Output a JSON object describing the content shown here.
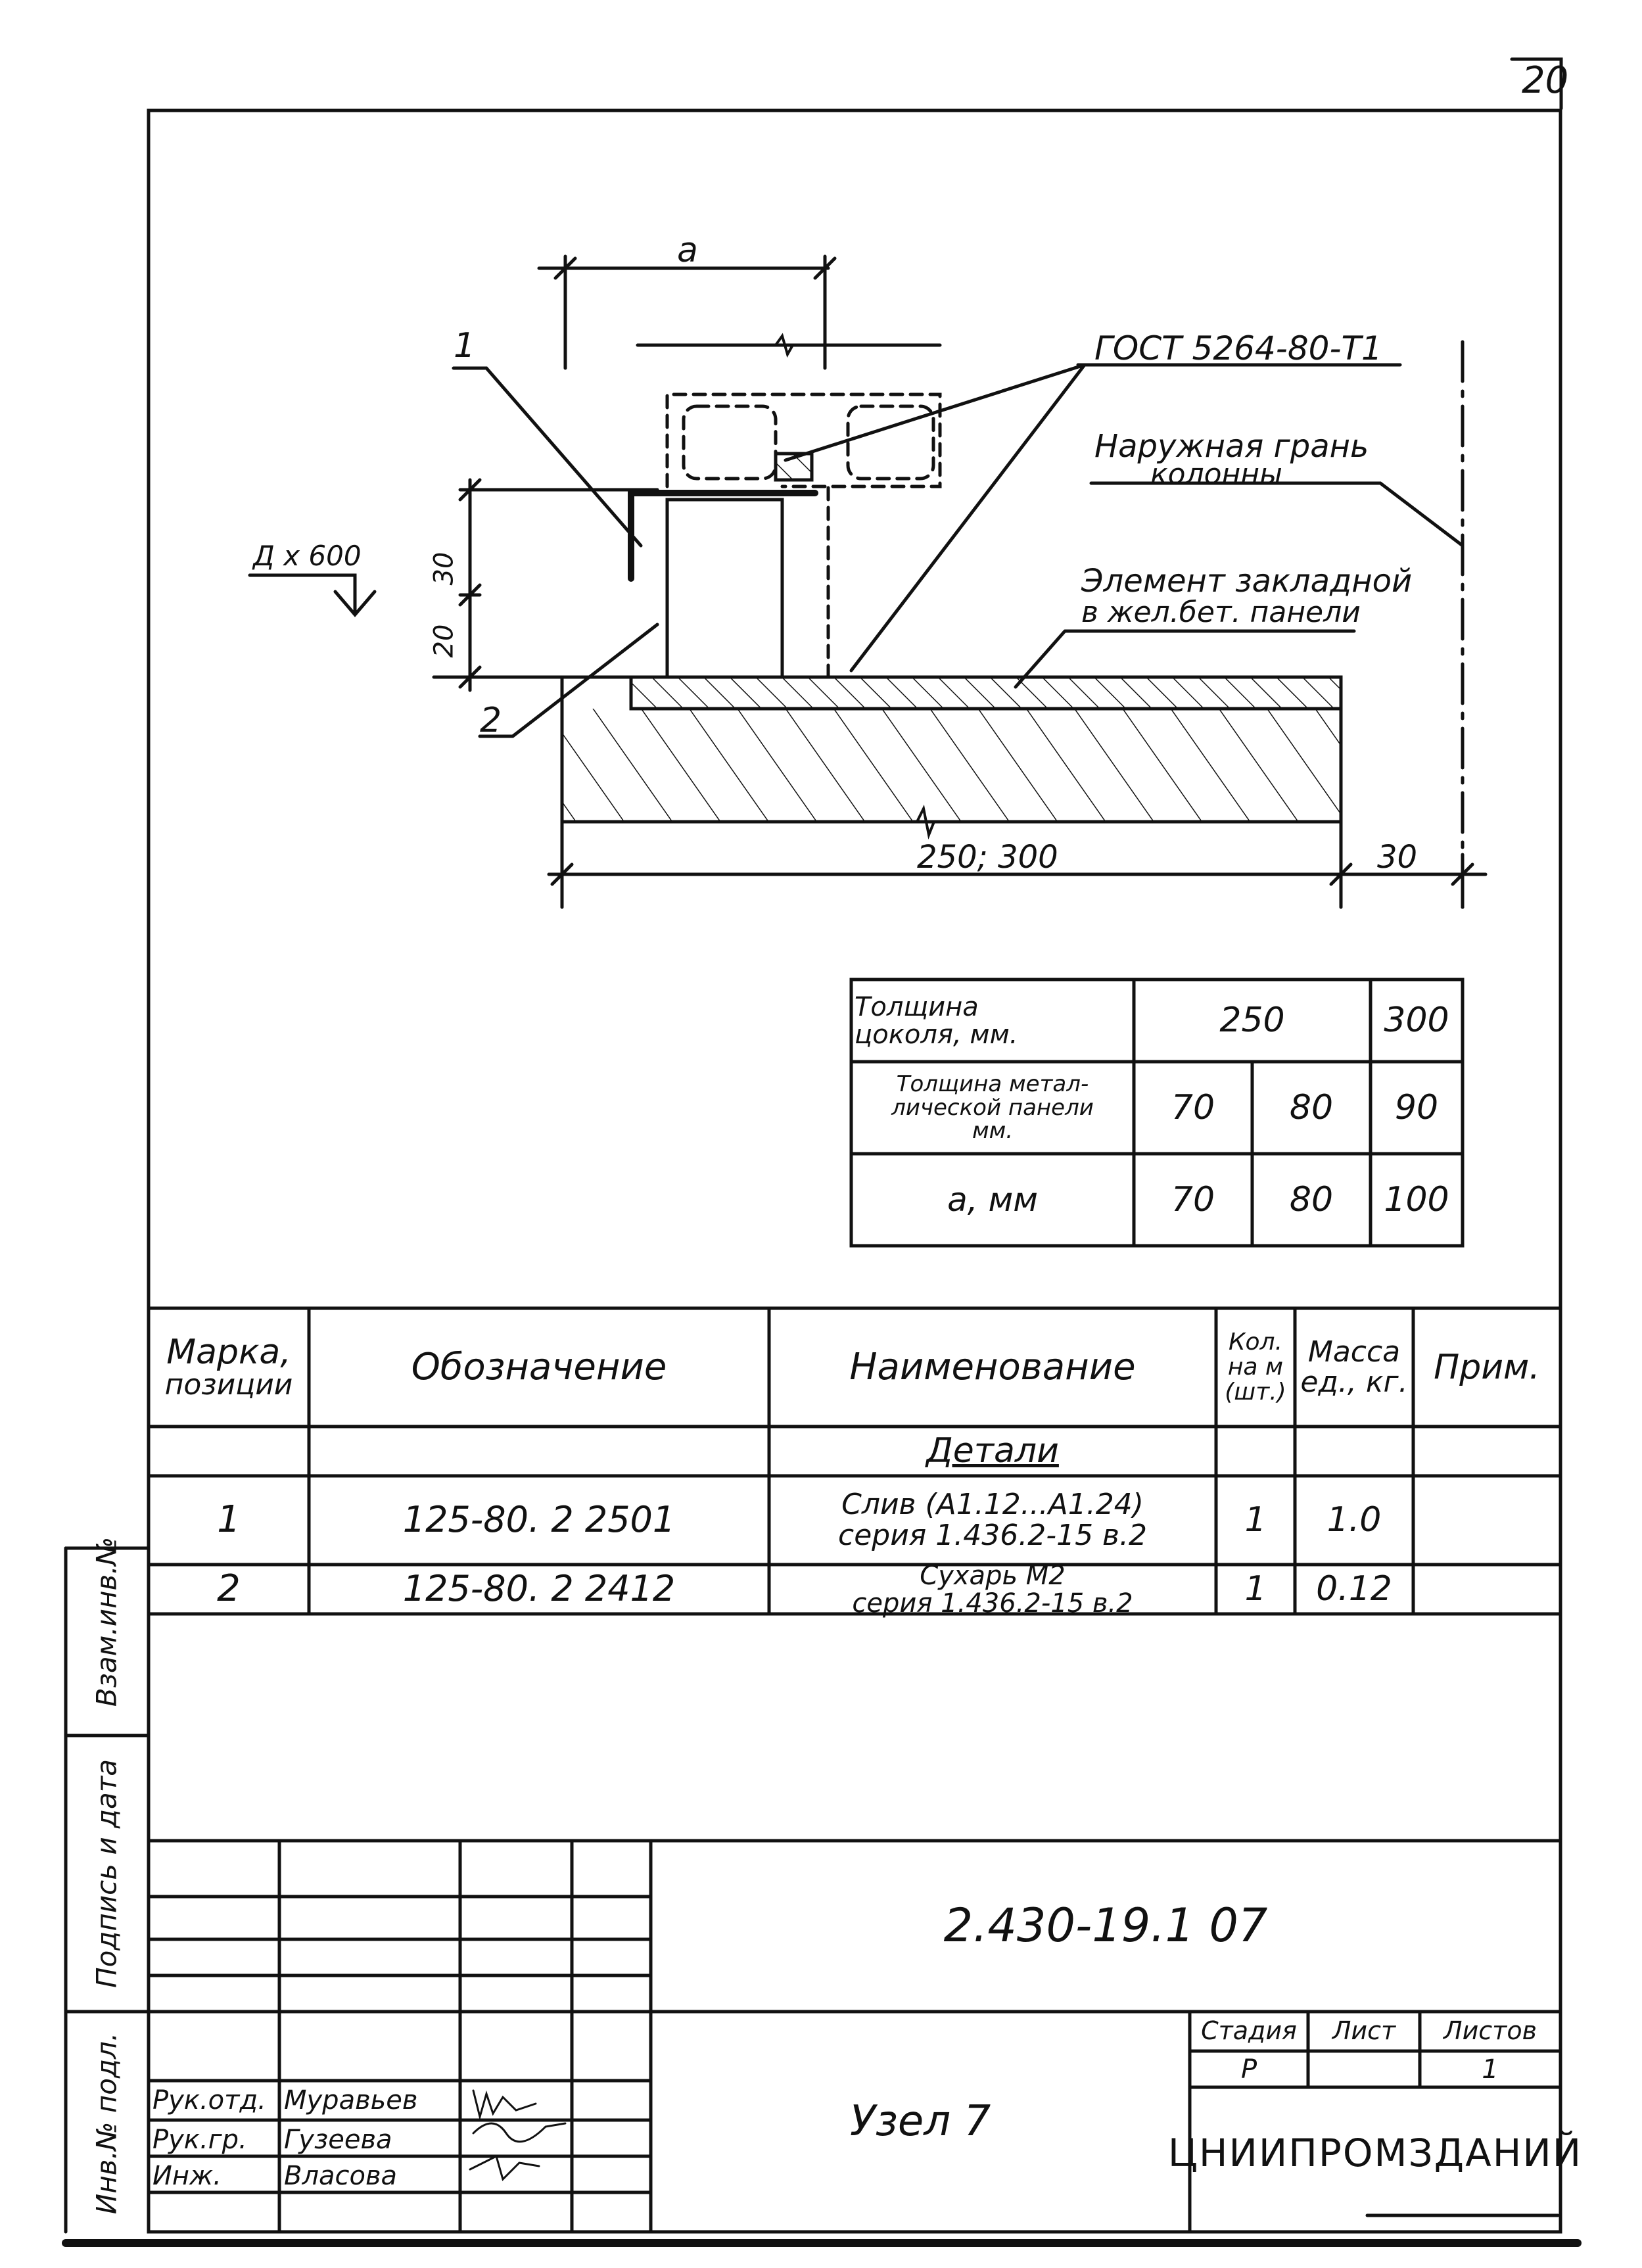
{
  "sheet": {
    "page_number": "20"
  },
  "drawing": {
    "dim_a": "a",
    "weld_note": "ГОСТ 5264-80-Т1",
    "facade_note": [
      "Наружная грань",
      "колонны"
    ],
    "embed_note": [
      "Элемент закладной",
      "в жел.бет. панели"
    ],
    "pos_1": "1",
    "pos_2": "2",
    "section_note": "Д х 600",
    "dim_30_top": "30",
    "dim_20": "20",
    "dim_250_300": "250; 300",
    "dim_30_right": "30"
  },
  "thickness_table": {
    "rows": [
      {
        "label": [
          "Толщина",
          "цоколя, мм."
        ],
        "cells": [
          "250",
          "300"
        ]
      },
      {
        "label": [
          "Толщина метал-",
          "лической панели",
          "мм."
        ],
        "cells": [
          "70",
          "80",
          "90"
        ]
      },
      {
        "label": [
          "а, мм"
        ],
        "cells": [
          "70",
          "80",
          "100"
        ]
      }
    ]
  },
  "spec_table": {
    "headers": {
      "mark": [
        "Марка,",
        "позиции"
      ],
      "designation": "Обозначение",
      "name": "Наименование",
      "qty": [
        "Кол.",
        "на м",
        "(шт.)"
      ],
      "mass": [
        "Масса",
        "ед., кг."
      ],
      "note": "Прим."
    },
    "section_title": "Детали",
    "rows": [
      {
        "mark": "1",
        "designation": "125-80. 2 2501",
        "name": [
          "Слив (А1.12...А1.24)",
          "серия 1.436.2-15 в.2"
        ],
        "qty": "1",
        "mass": "1.0"
      },
      {
        "mark": "2",
        "designation": "125-80. 2 2412",
        "name": [
          "Сухарь М2",
          "серия 1.436.2-15 в.2"
        ],
        "qty": "1",
        "mass": "0.12"
      }
    ]
  },
  "side_stamp": {
    "inv_orig": "Инв.№ подл.",
    "sign_date": "Подпись и дата",
    "interch": "Взам.инв.№"
  },
  "title_block": {
    "doc_code": "2.430-19.1 07",
    "node_title": "Узел 7",
    "stage_label": "Стадия",
    "sheet_label": "Лист",
    "sheets_label": "Листов",
    "stage_value": "Р",
    "sheets_value": "1",
    "organization": "ЦНИИПРОМЗДАНИЙ",
    "people": [
      {
        "role": "Рук.отд.",
        "name": "Муравьев"
      },
      {
        "role": "Рук.гр.",
        "name": "Гузеева"
      },
      {
        "role": "Инж.",
        "name": "Власова"
      }
    ]
  }
}
